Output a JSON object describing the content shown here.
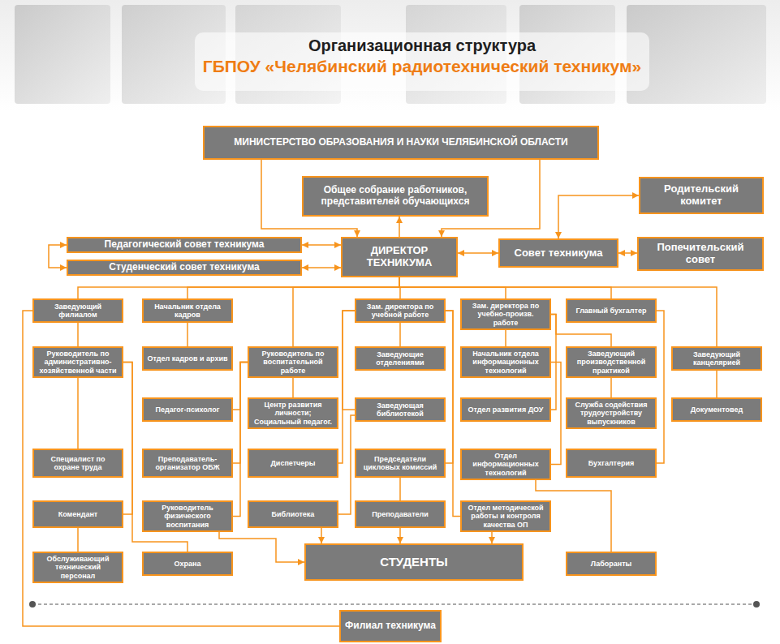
{
  "diagram": {
    "title": "Организационная структура",
    "nodes": [
      {
        "text": [
          "МИНИСТЕРСТВО ОБРАЗОВАНИЯ И НАУКИ ЧЕЛЯБИНСКОЙ ОБЛАСТИ"
        ]
      },
      {
        "text": [
          "Общее собрание работников, представителей обучающихся"
        ]
      },
      {
        "text": [
          "Родительский комитет"
        ]
      },
      {
        "text": [
          "Педагогический совет техникума"
        ]
      },
      {
        "text": [
          "ДИРЕКТОР ТЕХНИКУМА"
        ]
      },
      {
        "text": [
          "Совет техникума"
        ]
      },
      {
        "text": [
          "Попечительский совет"
        ]
      },
      {
        "text": [
          "Студенческий совет техникума"
        ]
      },
      {
        "text": [
          "Заведующий филиалом"
        ]
      },
      {
        "text": [
          "Начальник отдела кадров"
        ]
      },
      {
        "text": [
          "Зам. директора по учебной работе"
        ]
      },
      {
        "text": [
          "Зам. директора по учебно-произв. работе"
        ]
      },
      {
        "text": [
          "Главный бухгалтер"
        ]
      },
      {
        "text": [
          "Руководитель по административно-хозяйственной части"
        ]
      },
      {
        "text": [
          "Отдел кадров и архив"
        ]
      },
      {
        "text": [
          "Руководитель по воспитательной работе"
        ]
      },
      {
        "text": [
          "Заведующие отделениями"
        ]
      },
      {
        "text": [
          "Начальник отдела информационных технологий"
        ]
      },
      {
        "text": [
          "Заведующий производственной практикой"
        ]
      },
      {
        "text": [
          "Заведующий канцелярией"
        ]
      },
      {
        "text": [
          "Педагог-психолог"
        ]
      },
      {
        "text": [
          "Центр развития личности; Социальный педагог."
        ]
      },
      {
        "text": [
          "Заведующая библиотекой"
        ]
      },
      {
        "text": [
          "Отдел развития ДОУ"
        ]
      },
      {
        "text": [
          "Служба содействия трудоустройству выпускников"
        ]
      },
      {
        "text": [
          "Документовед"
        ]
      },
      {
        "text": [
          "Специалист по охране труда"
        ]
      },
      {
        "text": [
          "Преподаватель-организатор ОБЖ"
        ]
      },
      {
        "text": [
          "Диспетчеры"
        ]
      },
      {
        "text": [
          "Председатели цикловых комиссий"
        ]
      },
      {
        "text": [
          "Отдел информационных технологий"
        ]
      },
      {
        "text": [
          "Бухгалтерия"
        ]
      },
      {
        "text": [
          "Комендант"
        ]
      },
      {
        "text": [
          "Руководитель физического воспитания"
        ]
      },
      {
        "text": [
          "Библиотека"
        ]
      },
      {
        "text": [
          "Преподаватели"
        ]
      },
      {
        "text": [
          "Отдел методической работы и контроля качества ОП"
        ]
      },
      {
        "text": [
          "СТУДЕНТЫ"
        ]
      },
      {
        "text": [
          "Обслуживающий технический персонал"
        ]
      },
      {
        "text": [
          "Охрана"
        ]
      },
      {
        "text": [
          "Лаборанты"
        ]
      },
      {
        "text": [
          "Филиал техникума"
        ]
      }
    ],
    "edges": [
      {
        "from": 0,
        "to": 4,
        "arrow": "to"
      },
      {
        "from": 4,
        "to": 1,
        "arrow": "to"
      },
      {
        "from": 4,
        "to": 3,
        "arrow": "both"
      },
      {
        "from": 4,
        "to": 7,
        "arrow": "both"
      },
      {
        "from": 3,
        "to": 7,
        "arrow": "both"
      },
      {
        "from": 4,
        "to": 5,
        "arrow": "both"
      },
      {
        "from": 5,
        "to": 6,
        "arrow": "both"
      },
      {
        "from": 5,
        "to": 2,
        "arrow": "both"
      },
      {
        "from": 4,
        "to": 8,
        "arrow": "none"
      },
      {
        "from": 4,
        "to": 9,
        "arrow": "none"
      },
      {
        "from": 4,
        "to": 15,
        "arrow": "none"
      },
      {
        "from": 4,
        "to": 10,
        "arrow": "none"
      },
      {
        "from": 4,
        "to": 11,
        "arrow": "none"
      },
      {
        "from": 4,
        "to": 12,
        "arrow": "none"
      },
      {
        "from": 4,
        "to": 19,
        "arrow": "none"
      },
      {
        "from": 8,
        "to": 41,
        "arrow": "none"
      },
      {
        "from": 8,
        "to": 13,
        "arrow": "none"
      },
      {
        "from": 13,
        "to": 26,
        "arrow": "none"
      },
      {
        "from": 13,
        "to": 32,
        "arrow": "none"
      },
      {
        "from": 13,
        "to": 39,
        "arrow": "none"
      },
      {
        "from": 32,
        "to": 38,
        "arrow": "none"
      },
      {
        "from": 9,
        "to": 14,
        "arrow": "none"
      },
      {
        "from": 15,
        "to": 20,
        "arrow": "none"
      },
      {
        "from": 15,
        "to": 21,
        "arrow": "none"
      },
      {
        "from": 15,
        "to": 27,
        "arrow": "none"
      },
      {
        "from": 15,
        "to": 33,
        "arrow": "none"
      },
      {
        "from": 10,
        "to": 16,
        "arrow": "none"
      },
      {
        "from": 10,
        "to": 22,
        "arrow": "none"
      },
      {
        "from": 10,
        "to": 28,
        "arrow": "none"
      },
      {
        "from": 10,
        "to": 29,
        "arrow": "none"
      },
      {
        "from": 10,
        "to": 36,
        "arrow": "none"
      },
      {
        "from": 11,
        "to": 17,
        "arrow": "none"
      },
      {
        "from": 11,
        "to": 23,
        "arrow": "none"
      },
      {
        "from": 11,
        "to": 18,
        "arrow": "none"
      },
      {
        "from": 17,
        "to": 30,
        "arrow": "none"
      },
      {
        "from": 18,
        "to": 24,
        "arrow": "none"
      },
      {
        "from": 30,
        "to": 40,
        "arrow": "none"
      },
      {
        "from": 12,
        "to": 31,
        "arrow": "none"
      },
      {
        "from": 19,
        "to": 25,
        "arrow": "none"
      },
      {
        "from": 22,
        "to": 34,
        "arrow": "none"
      },
      {
        "from": 29,
        "to": 35,
        "arrow": "none"
      },
      {
        "from": 35,
        "to": 37,
        "arrow": "to"
      },
      {
        "from": 34,
        "to": 37,
        "arrow": "to"
      },
      {
        "from": 36,
        "to": 37,
        "arrow": "to"
      },
      {
        "from": 33,
        "to": 37,
        "arrow": "to"
      }
    ],
    "labels": [
      "ГБПОУ «Челябинский радиотехнический техникум»"
    ]
  }
}
